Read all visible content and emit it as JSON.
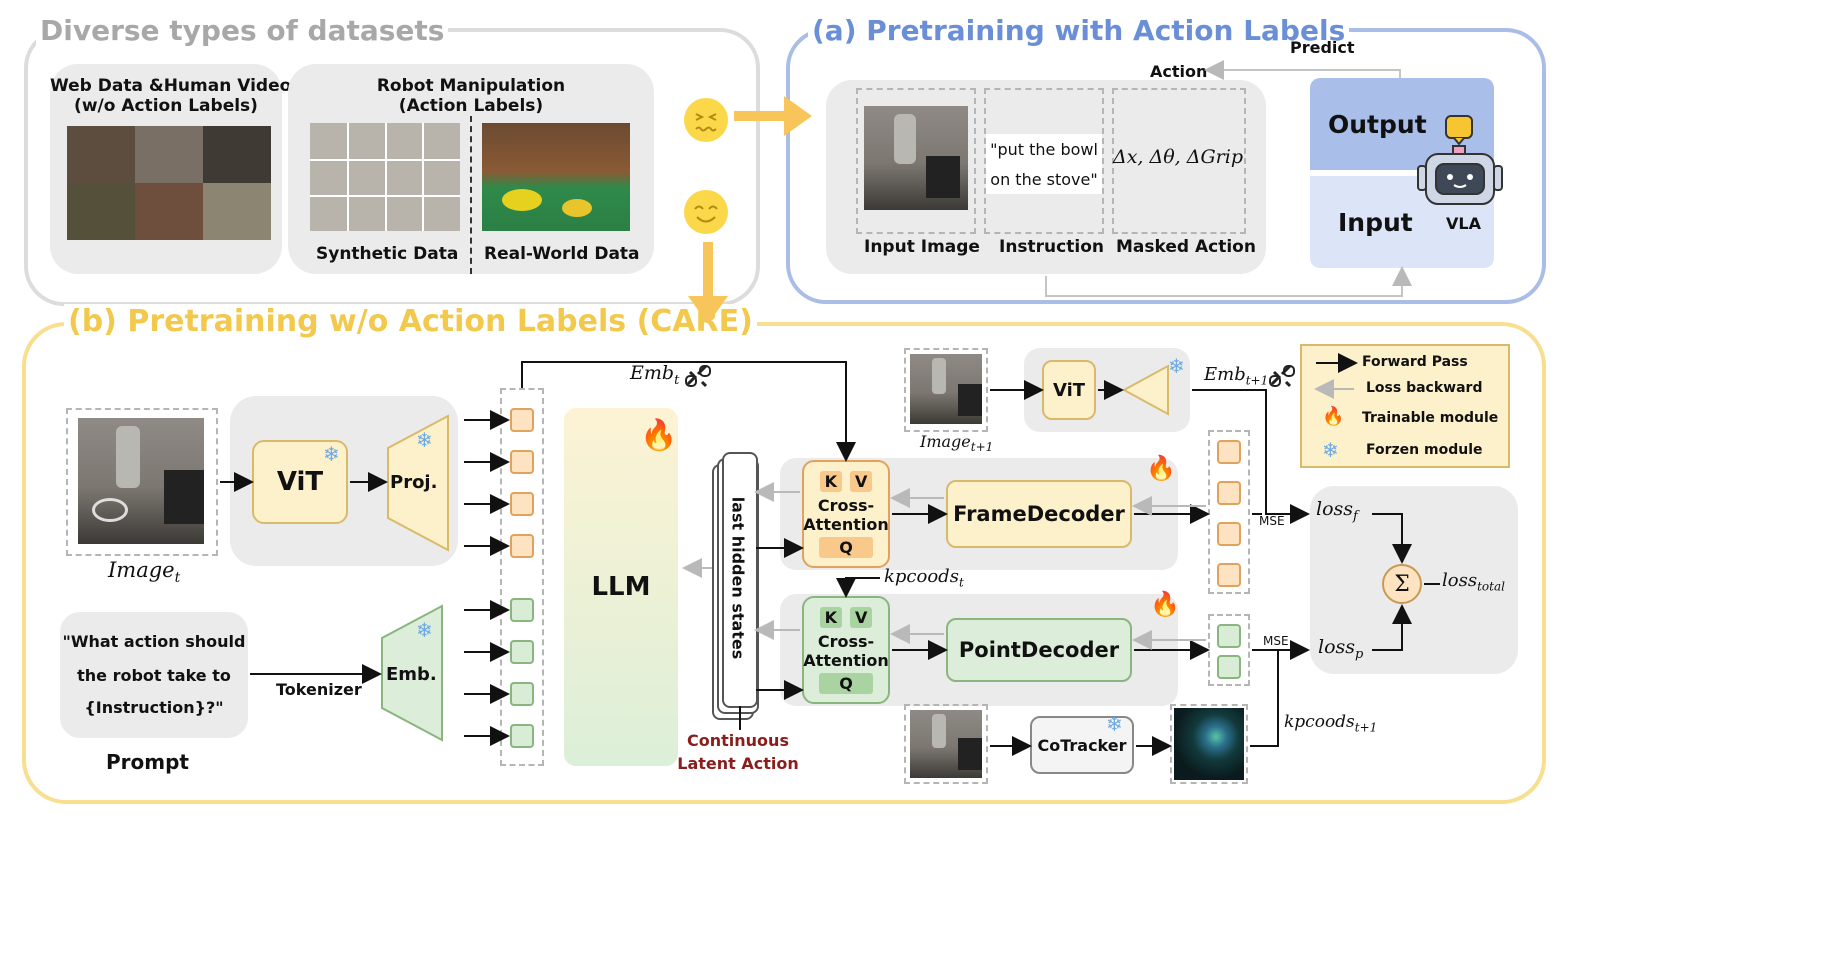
{
  "datasets": {
    "title": "Diverse types of datasets",
    "web_title_line1": "Web Data &Human Videos",
    "web_title_line2": "(w/o Action Labels)",
    "robot_title_line1": "Robot Manipulation",
    "robot_title_line2": "(Action Labels)",
    "synthetic_label": "Synthetic Data",
    "realworld_label": "Real-World Data"
  },
  "pretrain_a": {
    "title": "(a) Pretraining with Action Labels",
    "predict": "Predict",
    "action": "Action",
    "instruction_line1": "\"put the bowl",
    "instruction_line2": "on the stove\"",
    "masked_action_text": "Δx, Δθ, ΔGrip",
    "input_image_label": "Input Image",
    "instruction_label": "Instruction",
    "masked_action_label": "Masked Action",
    "output": "Output",
    "input": "Input",
    "vla": "VLA"
  },
  "pretrain_b": {
    "title": "(b) Pretraining w/o Action Labels (CARE)",
    "image_t": "Image",
    "image_t_sub": "t",
    "vit": "ViT",
    "proj": "Proj.",
    "prompt_text_line1": "\"What action should",
    "prompt_text_line2": "the robot take to",
    "prompt_text_line3": "{Instruction}?\"",
    "prompt_label": "Prompt",
    "tokenizer": "Tokenizer",
    "emb": "Emb.",
    "llm": "LLM",
    "last_hidden_states": "last hidden states",
    "continuous_line1": "Continuous",
    "continuous_line2": "Latent Action",
    "emb_t": "Emb",
    "emb_t_sub": "t",
    "emb_t1": "Emb",
    "emb_t1_sub": "t+1",
    "image_t1": "Image",
    "image_t1_sub": "t+1",
    "vit2": "ViT",
    "k": "K",
    "v": "V",
    "q": "Q",
    "cross_line1": "Cross-",
    "cross_line2": "Attention",
    "frame_decoder": "FrameDecoder",
    "point_decoder": "PointDecoder",
    "kpcoods_t": "kpcoods",
    "kpcoods_t_sub": "t",
    "kpcoods_t1": "kpcoods",
    "kpcoods_t1_sub": "t+1",
    "cotracker": "CoTracker",
    "mse1": "MSE",
    "mse2": "MSE",
    "loss_f": "loss",
    "loss_f_sub": "f",
    "loss_p": "loss",
    "loss_p_sub": "p",
    "loss_total": "loss",
    "loss_total_sub": "total",
    "sum_symbol": "Σ"
  },
  "legend": {
    "forward": "Forward Pass",
    "loss": "Loss backward",
    "trainable": "Trainable module",
    "frozen": "Forzen module"
  },
  "colors": {
    "yellow_border": "#f7df8f",
    "yellow_title": "#f2c94c",
    "blue_border": "#a9bde6",
    "blue_title": "#6b8fd6",
    "gray_panel": "#ececec",
    "orange_box": "#fdf1cc",
    "green_box": "#dcedd9",
    "llm_top": "#fdf3d4",
    "llm_bottom": "#dcefd8",
    "output_box": "#a9bfe9",
    "input_box": "#dbe5f7"
  }
}
